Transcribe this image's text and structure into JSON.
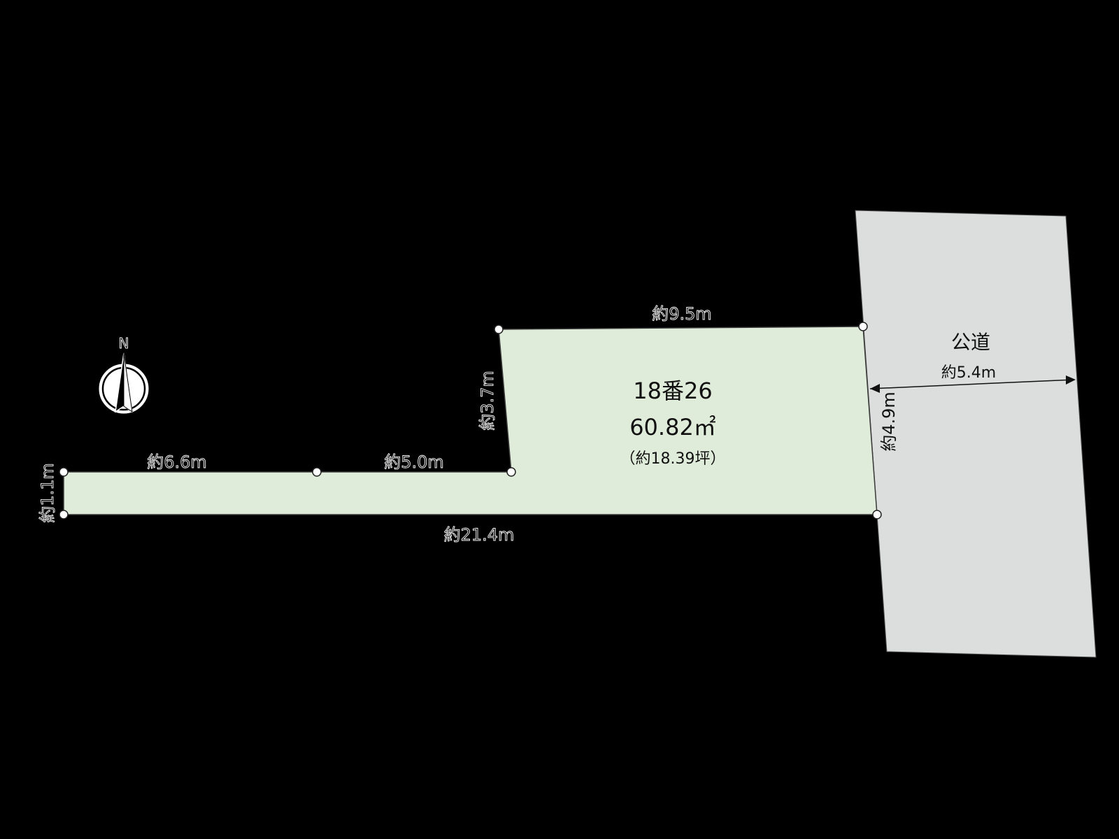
{
  "colors": {
    "background": "#000000",
    "lot_fill": "#e0ecda",
    "lot_stroke": "#3a3a3a",
    "road_fill": "#dcdedd",
    "vertex_fill": "#ffffff"
  },
  "lot": {
    "number": "18番26",
    "area_m2": "60.82㎡",
    "area_tsubo": "（約18.39坪）"
  },
  "road": {
    "label": "公道",
    "width": "約5.4m"
  },
  "compass": {
    "north_label": "N"
  },
  "dimensions": {
    "top": "約9.5m",
    "left_upper": "約3.7m",
    "left_step_1": "約6.6m",
    "left_step_2": "約5.0m",
    "west_end": "約1.1m",
    "bottom": "約21.4m",
    "frontage": "約4.9m"
  }
}
